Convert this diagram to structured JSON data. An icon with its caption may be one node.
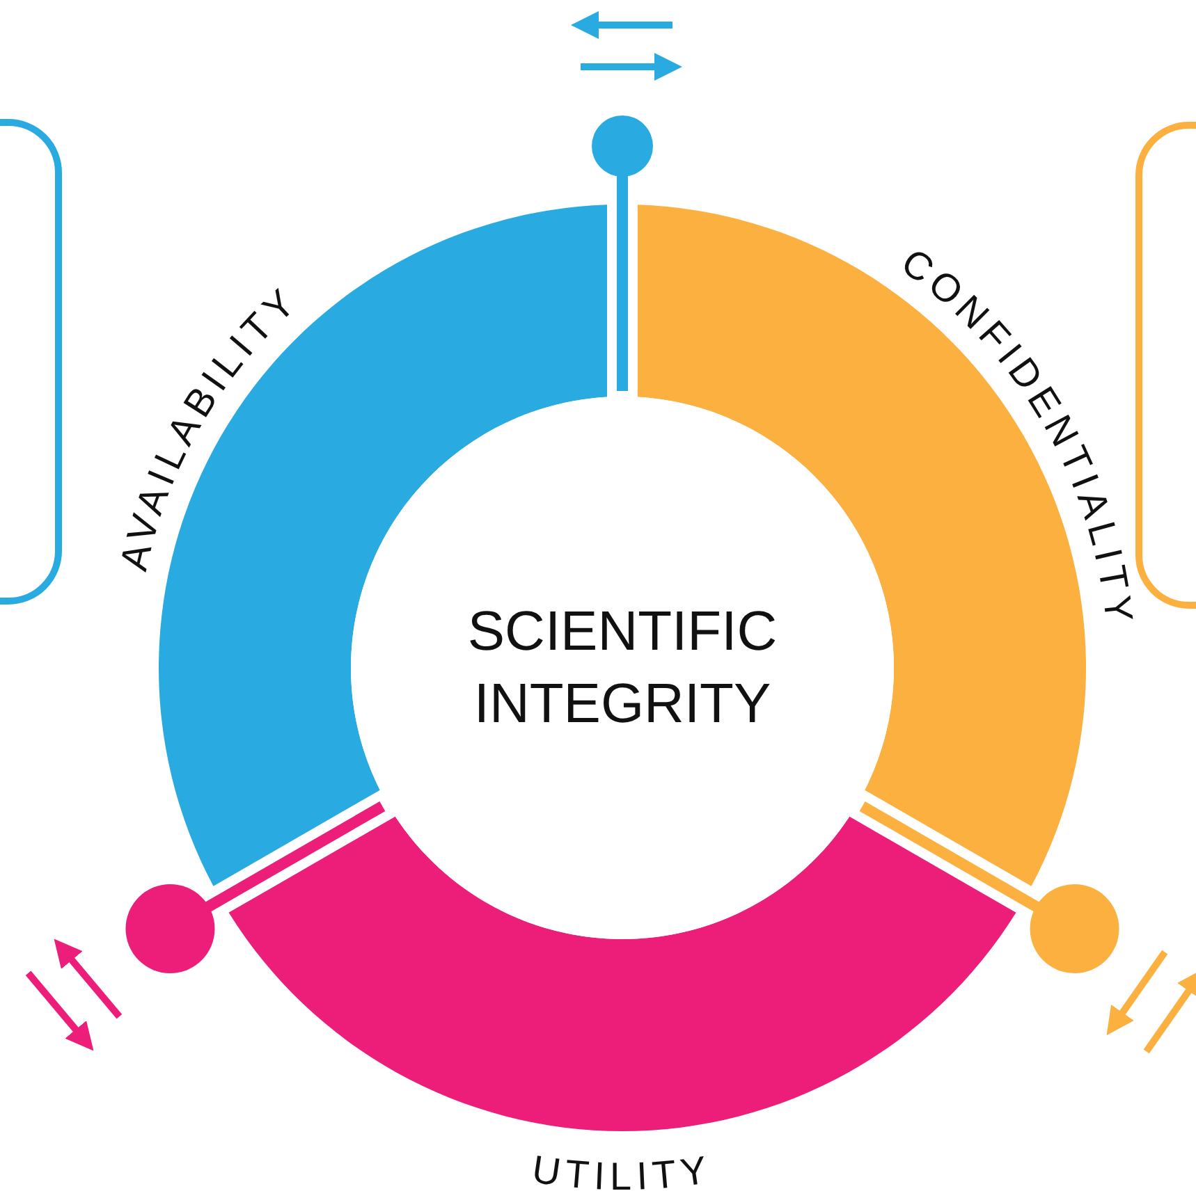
{
  "diagram": {
    "nodes": [
      {
        "text": [
          "SCIENTIFIC INTEGRITY"
        ]
      },
      {
        "text": [
          "AVAILABILITY"
        ]
      },
      {
        "text": [
          "CONFIDENTIALITY"
        ]
      },
      {
        "text": [
          "UTILITY"
        ]
      },
      {
        "text": [],
        "shape": "box"
      },
      {
        "text": [],
        "shape": "box"
      }
    ]
  }
}
